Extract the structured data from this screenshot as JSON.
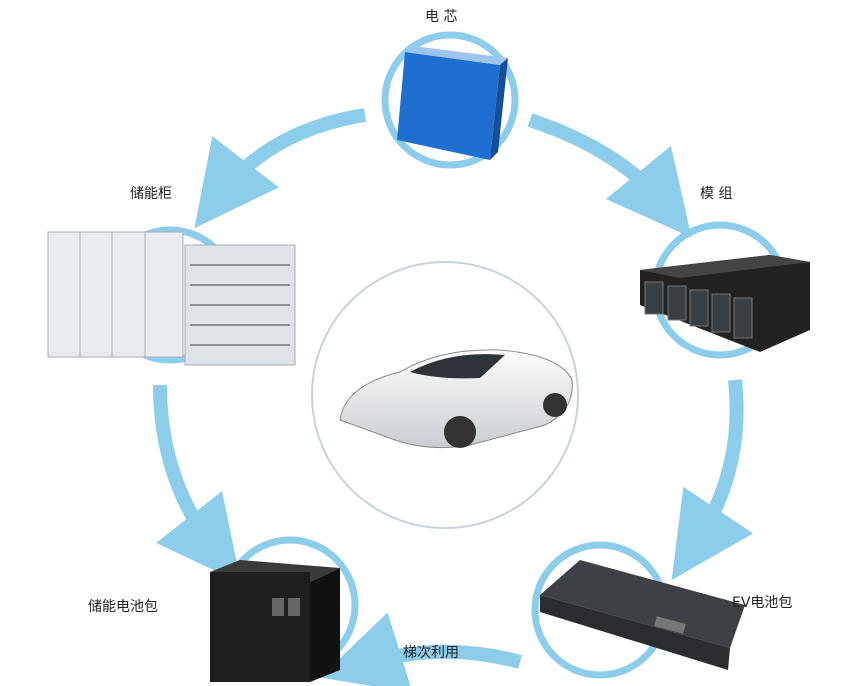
{
  "nodes": {
    "cell": "电 芯",
    "module": "模 组",
    "ev_pack": "EV电池包",
    "storage_pack": "储能电池包",
    "cabinet": "储能柜"
  },
  "flow_label": "梯次利用",
  "colors": {
    "arrow": "#8ccdec",
    "ring": "#8ccdec",
    "cell": "#1f6fd0",
    "dark": "#2b2b2b",
    "cabinet": "#e8ecef"
  }
}
